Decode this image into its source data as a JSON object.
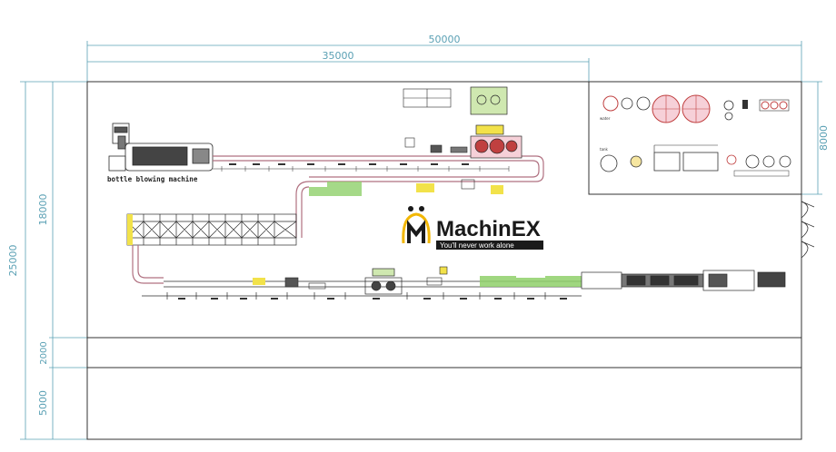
{
  "dimensions": {
    "total_width": "50000",
    "inner_width": "35000",
    "total_height": "25000",
    "main_hall_height": "18000",
    "aisle_height": "2000",
    "lower_zone_height": "5000",
    "side_room_height": "8000"
  },
  "labels": {
    "bottle_blowing": "bottle blowing machine"
  },
  "logo": {
    "brand_main": "Machin",
    "brand_accent": "EX",
    "tagline": "You'll never work alone",
    "colors": {
      "main": "#1a1a1a",
      "accent": "#1a1a1a",
      "ring": "#f2b705",
      "tag_bg": "#1a1a1a",
      "tag_fg": "#ffffff"
    }
  },
  "colors": {
    "dimension_line": "#5aa0b4",
    "conveyor": "#b07080",
    "machine_outline": "#2a2a2a",
    "green_zone": "#8fd06a",
    "yellow_zone": "#f2e24a"
  }
}
